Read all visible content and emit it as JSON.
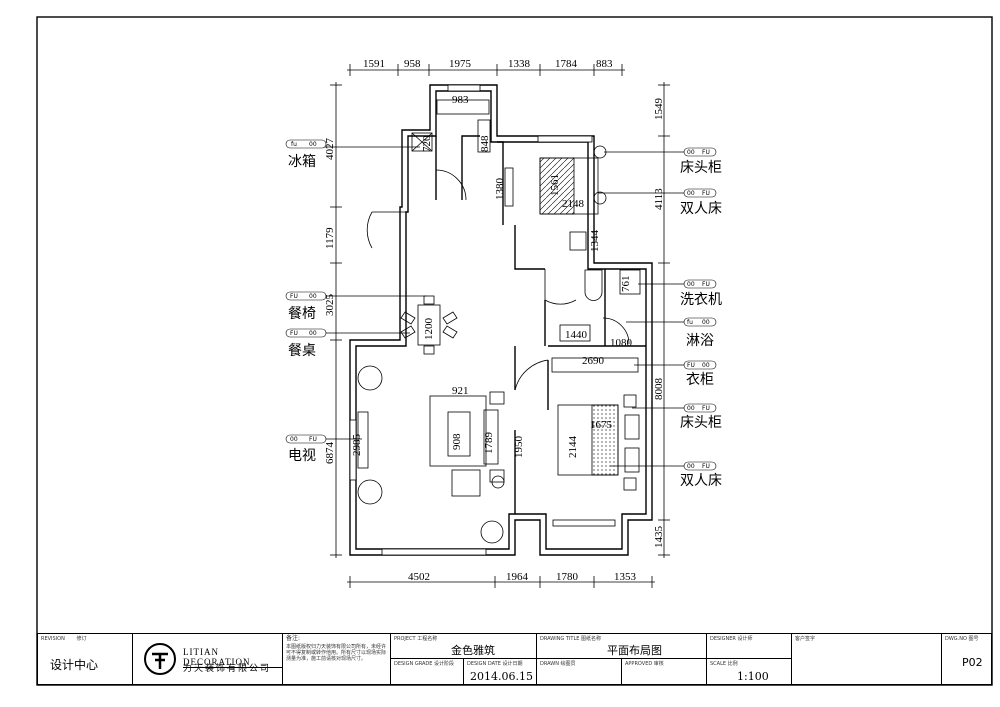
{
  "dimensions": {
    "top": [
      "1591",
      "958",
      "1975",
      "1338",
      "1784",
      "883"
    ],
    "bottom": [
      "4502",
      "1964",
      "1780",
      "1353"
    ],
    "left": [
      "4027",
      "1179",
      "3025",
      "6874"
    ],
    "right": [
      "1549",
      "4113",
      "8008",
      "1435"
    ],
    "inner": [
      "983",
      "720",
      "848",
      "1380",
      "1561",
      "2148",
      "1344",
      "761",
      "1440",
      "1080",
      "2690",
      "1200",
      "921",
      "908",
      "1789",
      "2985",
      "1950",
      "2144",
      "1675"
    ]
  },
  "labels": {
    "fridge": "冰箱",
    "dining_chair": "餐椅",
    "dining_table": "餐桌",
    "tv": "电视",
    "nightstand": "床头柜",
    "double_bed": "双人床",
    "washer": "洗衣机",
    "shower": "淋浴",
    "wardrobe": "衣柜"
  },
  "tags": {
    "fu": "fu",
    "FU": "FU",
    "zero": "00"
  },
  "titleblock": {
    "revision_label": "REVISION",
    "revision_text": "修订",
    "design_center": "设计中心",
    "company_en": "LITIAN DECORATION",
    "company_cn": "力天装饰有限公司",
    "notes_label": "备注:",
    "notes_text": "本图纸版权归力天装饰有限公司所有，未经许可不得复制或转作他用。所有尺寸以现场实际测量为准，施工前请核对现场尺寸。",
    "project_label": "PROJECT 工程名称",
    "project_name": "金色雅筑",
    "design_grade_label": "DESIGN GRADE 设计阶段",
    "design_date_label": "DESIGN DATE 设计日期",
    "design_date": "2014.06.15",
    "drawing_title_label": "DRAWING TITLE 图纸名称",
    "drawing_title": "平面布局图",
    "drawn_label": "DRAWN 绘图员",
    "approved_label": "APPROVED 审核",
    "designer_label": "DESIGNER 设计师",
    "client_label": "客户签字",
    "scale_label": "SCALE 比例",
    "scale": "1:100",
    "dwg_label": "DWG.NO 图号",
    "dwg_no": "P02"
  }
}
